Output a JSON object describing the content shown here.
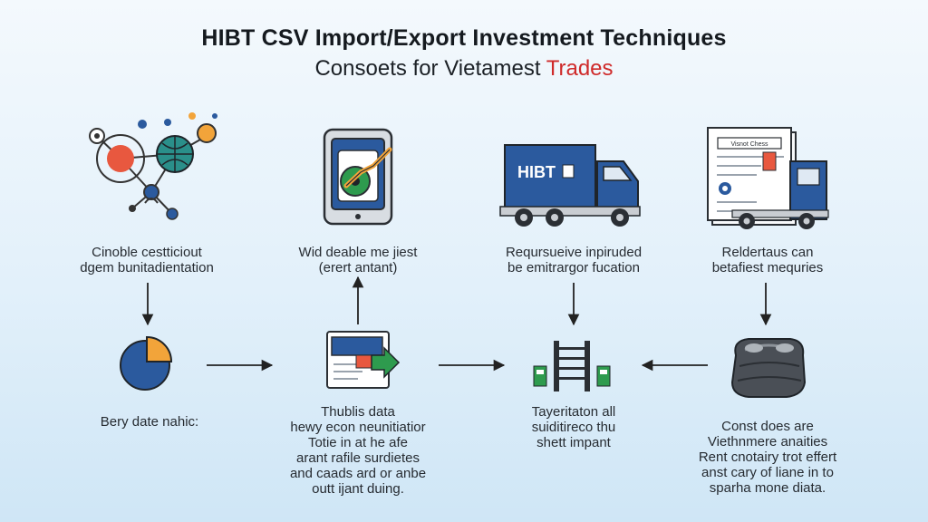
{
  "header": {
    "title": "HIBT CSV Import/Export Investment Techniques",
    "subtitle_main": "Consoets for Vietamest ",
    "subtitle_accent": "Trades"
  },
  "colors": {
    "accent_red": "#cf2a2a",
    "blue": "#2b5a9e",
    "green": "#2e9b4e",
    "orange": "#f2a43a",
    "teal": "#2a8f8a",
    "dark": "#2b2f34"
  },
  "top_row": [
    {
      "icon": "network-globe-icon",
      "label": "Cinoble cestticiout\ndgem bunitadientation"
    },
    {
      "icon": "tablet-chart-icon",
      "label": "Wid deable me jiest\n(erert antant)"
    },
    {
      "icon": "delivery-truck-icon",
      "label": "Reqursueive inpiruded\nbe emitrargor fucation",
      "truck_text": "HIBT"
    },
    {
      "icon": "document-truck-icon",
      "label": "Reldertaus can\nbetafiest mequries",
      "doc_text": "Visnot Chess"
    }
  ],
  "bottom_row": [
    {
      "icon": "pie-chart-icon",
      "label": "Bery date nahic:"
    },
    {
      "icon": "csv-export-icon",
      "label": "Thublis data\nhewy econ neunitiatior\nTotie in at he afe\narant rafile surdietes\nand caads ard or anbe\noutt ijant duing."
    },
    {
      "icon": "ladder-connection-icon",
      "label": "Tayeritaton all\nsuiditireco thu\nshett impant"
    },
    {
      "icon": "cargo-bag-icon",
      "label": "Const does are\nViethnmere anaities\nRent cnotairy trot effert\nanst cary of liane in to\nsparha mone diata."
    }
  ]
}
